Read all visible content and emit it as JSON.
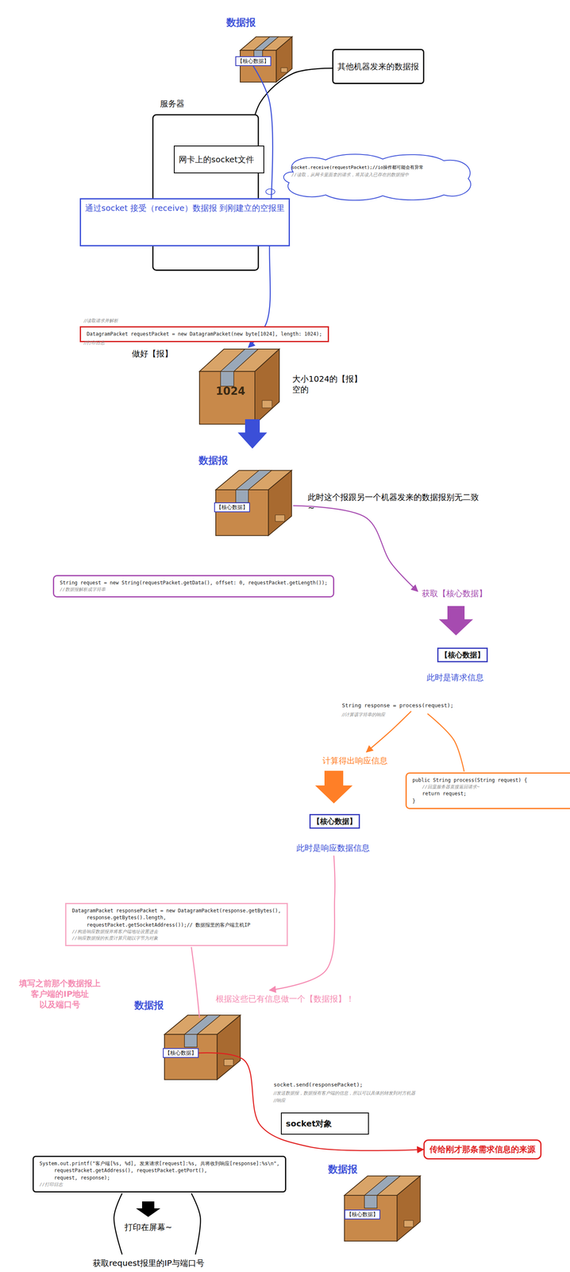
{
  "diagram": {
    "nodes": [
      {
        "text": [
          "其他机器发来的数据报"
        ]
      },
      {
        "text": [
          "服务器"
        ]
      },
      {
        "text": [
          "网卡上的socket文件"
        ],
        "in": 1
      },
      {
        "text": [
          "socket对象"
        ],
        "in": 1
      },
      {
        "text": [
          "socket.receive(requestPacket);//io操作都可能会有异常",
          "//读取，从网卡里面拿的请求，将其读入已存在的数据报中"
        ]
      },
      {
        "text": [
          "通过socket 接受（receive）数据报 到刚建立的空报里"
        ]
      },
      {
        "text": [
          "【核心数据】"
        ]
      },
      {
        "text": [
          "DatagramPacket requestPacket = new DatagramPacket(new byte[1024],  length: 1024);"
        ]
      },
      {
        "text": [
          "1024"
        ]
      },
      {
        "text": [
          "【核心数据】"
        ]
      },
      {
        "text": [
          "String request = new String(requestPacket.getData(),  offset: 0, requestPacket.getLength());",
          "//数据报解析成字符串"
        ]
      },
      {
        "text": [
          "【核心数据】"
        ]
      },
      {
        "text": [
          "public String process(String request) {",
          "//回显服务器直接返回请求~",
          "return request;",
          "}"
        ]
      },
      {
        "text": [
          "【核心数据】"
        ]
      },
      {
        "text": [
          "DatagramPacket responsePacket = new DatagramPacket(response.getBytes(),",
          "response.getBytes().length,",
          "requestPacket.getSocketAddress());// 数据报里的客户端主机IP",
          "//构造响应数据报并将客户端地址设置进去",
          "//响应数据报的长度计算只能以字节为对象"
        ]
      },
      {
        "text": [
          "【核心数据】"
        ]
      },
      {
        "text": [
          "socket对象"
        ]
      },
      {
        "text": [
          "传给刚才那条需求信息的来源"
        ]
      },
      {
        "text": [
          "System.out.printf(\"客户端[%s, %d], 发来请求[request]:%s, 共将收到响应[response]:%s\\n\",",
          "requestPacket.getAddress(), requestPacket.getPort(),",
          "request, response);",
          "//打印日志"
        ]
      },
      {
        "text": [
          "【核心数据】"
        ]
      }
    ],
    "edges": [
      {
        "from": 0,
        "to": 2,
        "arrow": "to"
      },
      {
        "from": 6,
        "to": 8,
        "arrow": "to"
      },
      {
        "from": 15,
        "to": 17,
        "arrow": "to"
      }
    ],
    "labels": [
      "数据报",
      "//读取请求并解析",
      "//打印日志",
      "做好【报】",
      "大小1024的【报】 空的",
      "数据报",
      "此时这个报跟另一个机器发来的数据报别无二致~",
      "获取【核心数据】",
      "此时是请求信息",
      "String response = process(request);",
      "//计算该字符串的响应",
      "计算得出响应信息",
      "此时是响应数据信息",
      "填写之前那个数据报上 客户端的IP地址 以及端口号",
      "根据这些已有信息做一个【数据报】！",
      "数据报",
      "socket.send(responsePacket);",
      "//发送数据报，数据报有客户端的信息，所以可以具体的转发到对方机器",
      "//响应",
      "数据报",
      "打印在屏幕~",
      "获取request报里的IP与端口号"
    ]
  }
}
